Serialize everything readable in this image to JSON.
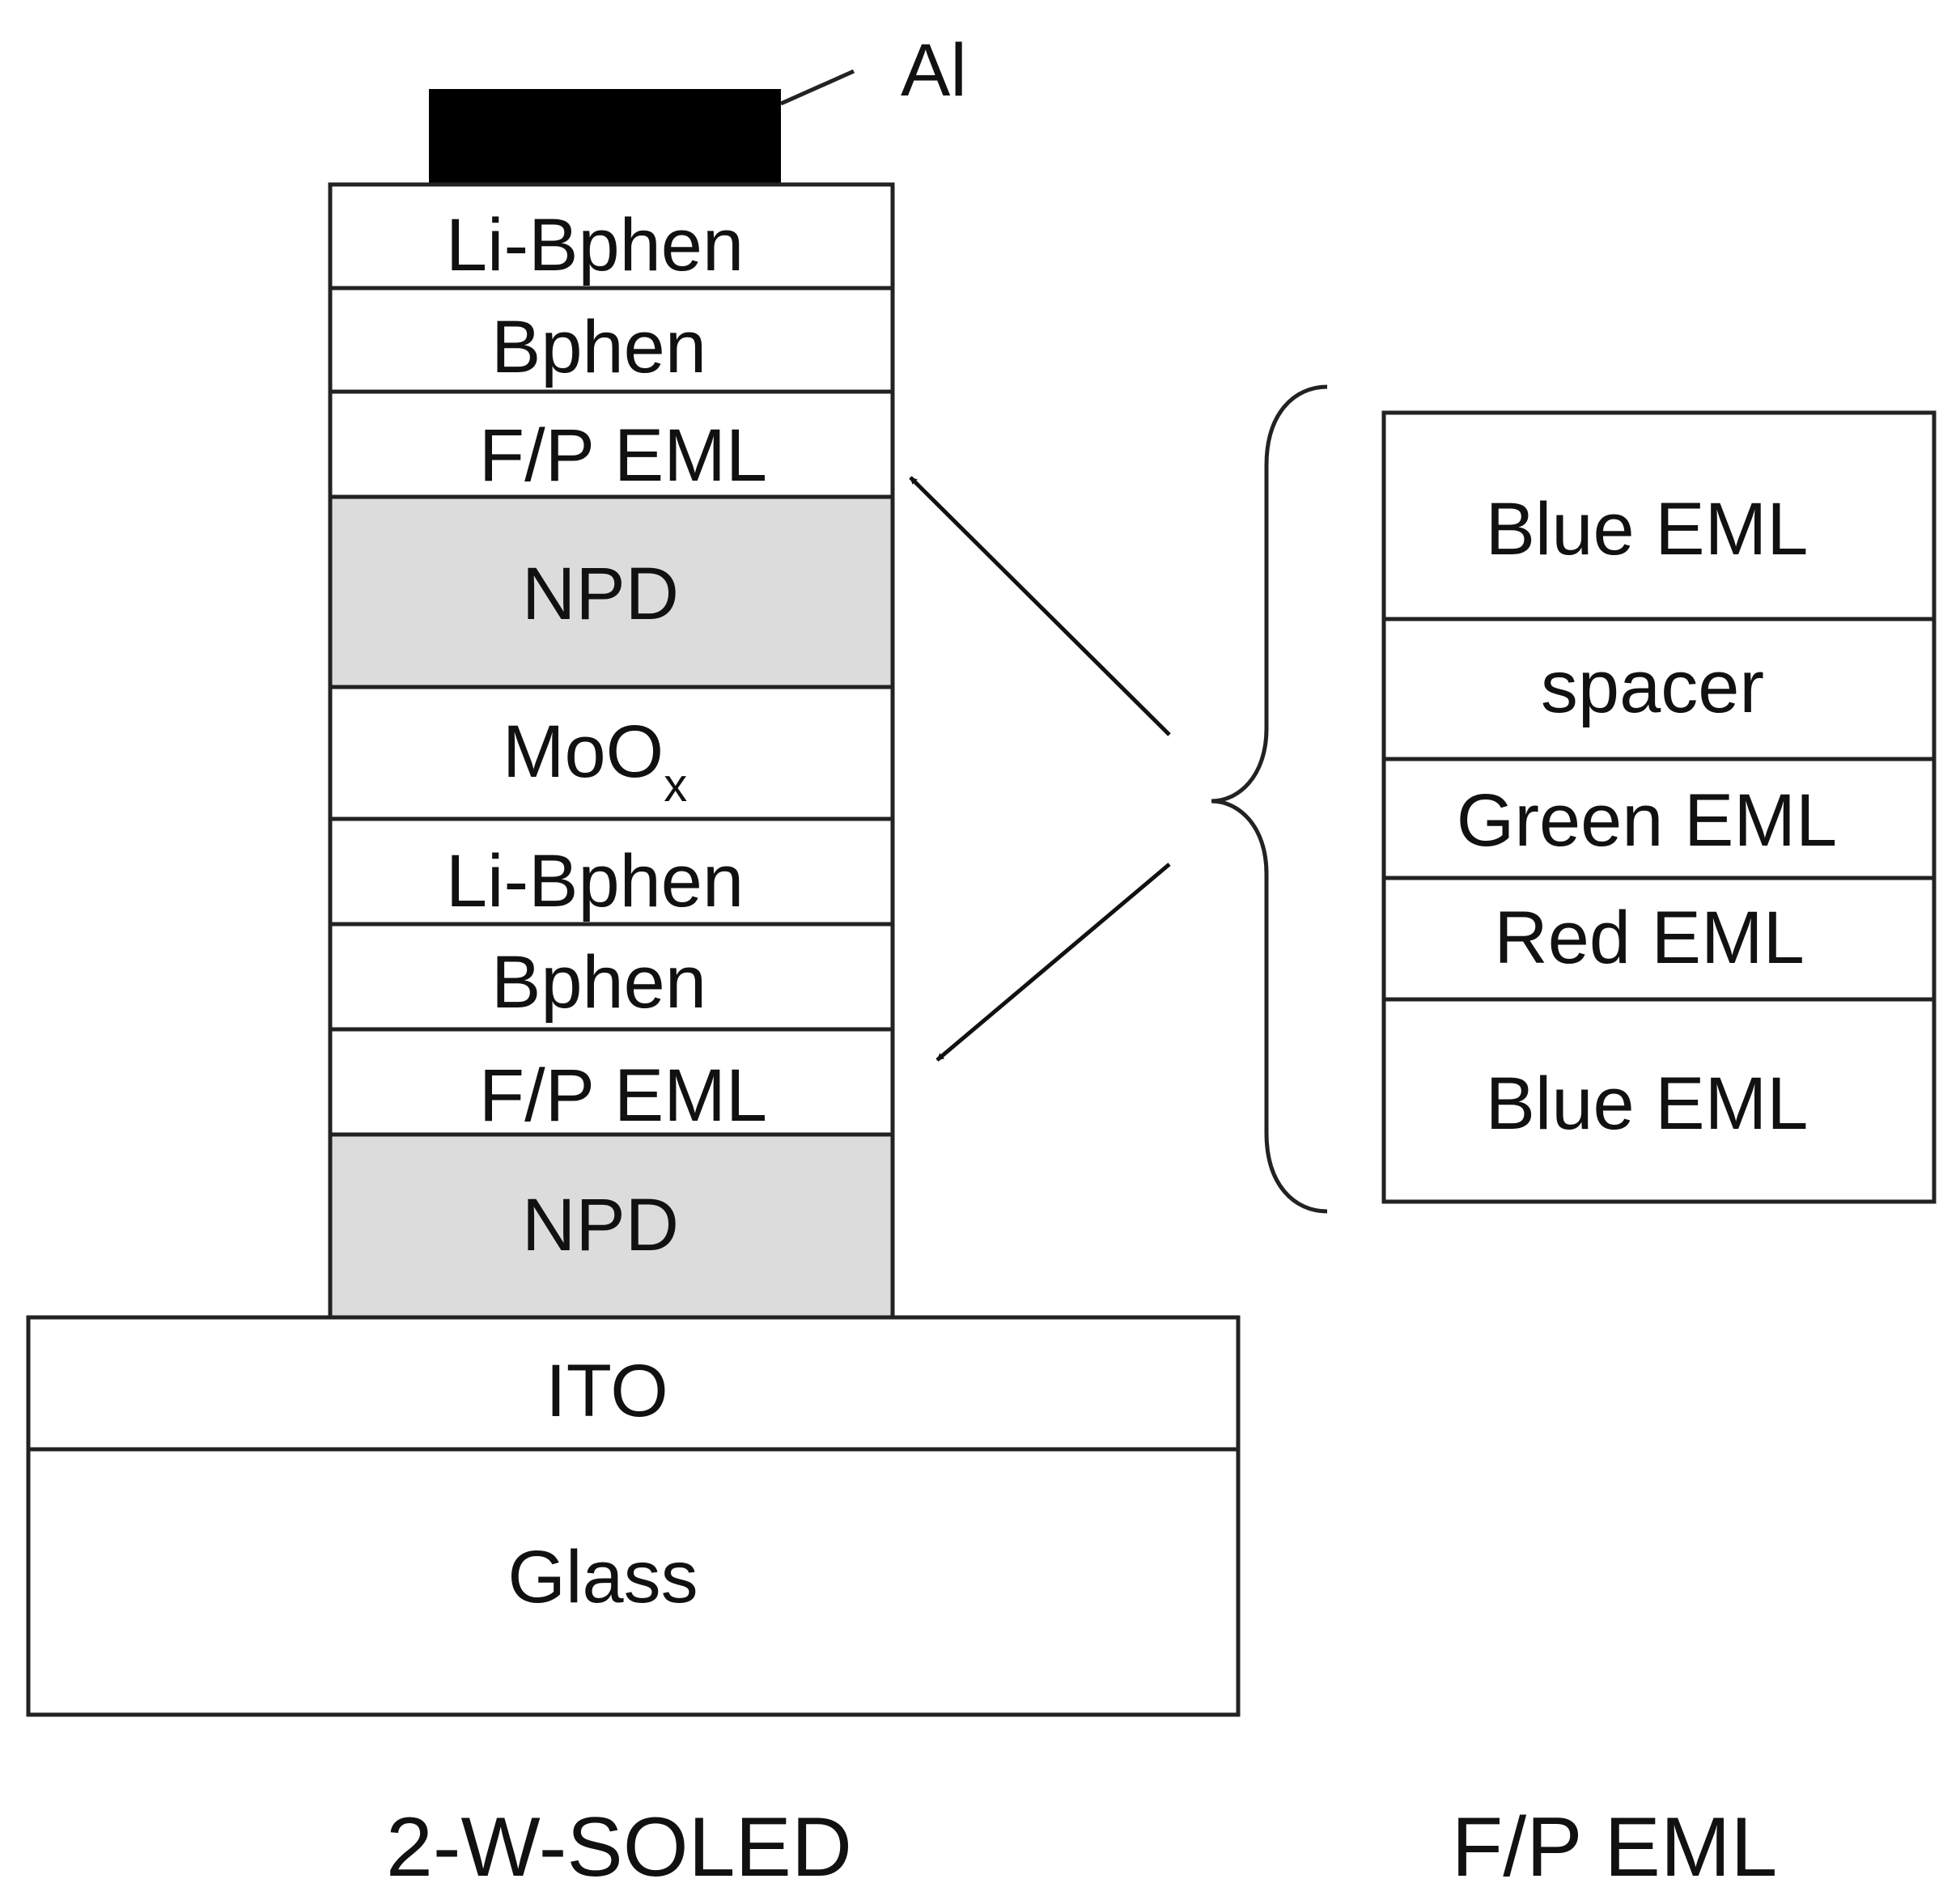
{
  "device_stack": {
    "electrode": {
      "label": "Al"
    },
    "layers": [
      {
        "label": "Li-Bphen",
        "fill": "#ffffff"
      },
      {
        "label": "Bphen",
        "fill": "#ffffff"
      },
      {
        "label": "F/P EML",
        "fill": "#ffffff"
      },
      {
        "label": "NPD",
        "fill": "#dcdcdc"
      },
      {
        "label": "MoO",
        "sub": "x",
        "fill": "#ffffff"
      },
      {
        "label": "Li-Bphen",
        "fill": "#ffffff"
      },
      {
        "label": "Bphen",
        "fill": "#ffffff"
      },
      {
        "label": "F/P EML",
        "fill": "#ffffff"
      },
      {
        "label": "NPD",
        "fill": "#dcdcdc"
      }
    ],
    "substrate": [
      {
        "label": "ITO",
        "fill": "#ffffff"
      },
      {
        "label": "Glass",
        "fill": "#ffffff"
      }
    ],
    "caption": "2-W-SOLED"
  },
  "eml_detail": {
    "layers": [
      {
        "label": "Blue EML"
      },
      {
        "label": "spacer"
      },
      {
        "label": "Green EML"
      },
      {
        "label": "Red EML"
      },
      {
        "label": "Blue EML"
      }
    ],
    "caption": "F/P EML"
  },
  "colors": {
    "stroke": "#222222",
    "grey_fill": "#dcdcdc",
    "electrode": "#000000"
  }
}
